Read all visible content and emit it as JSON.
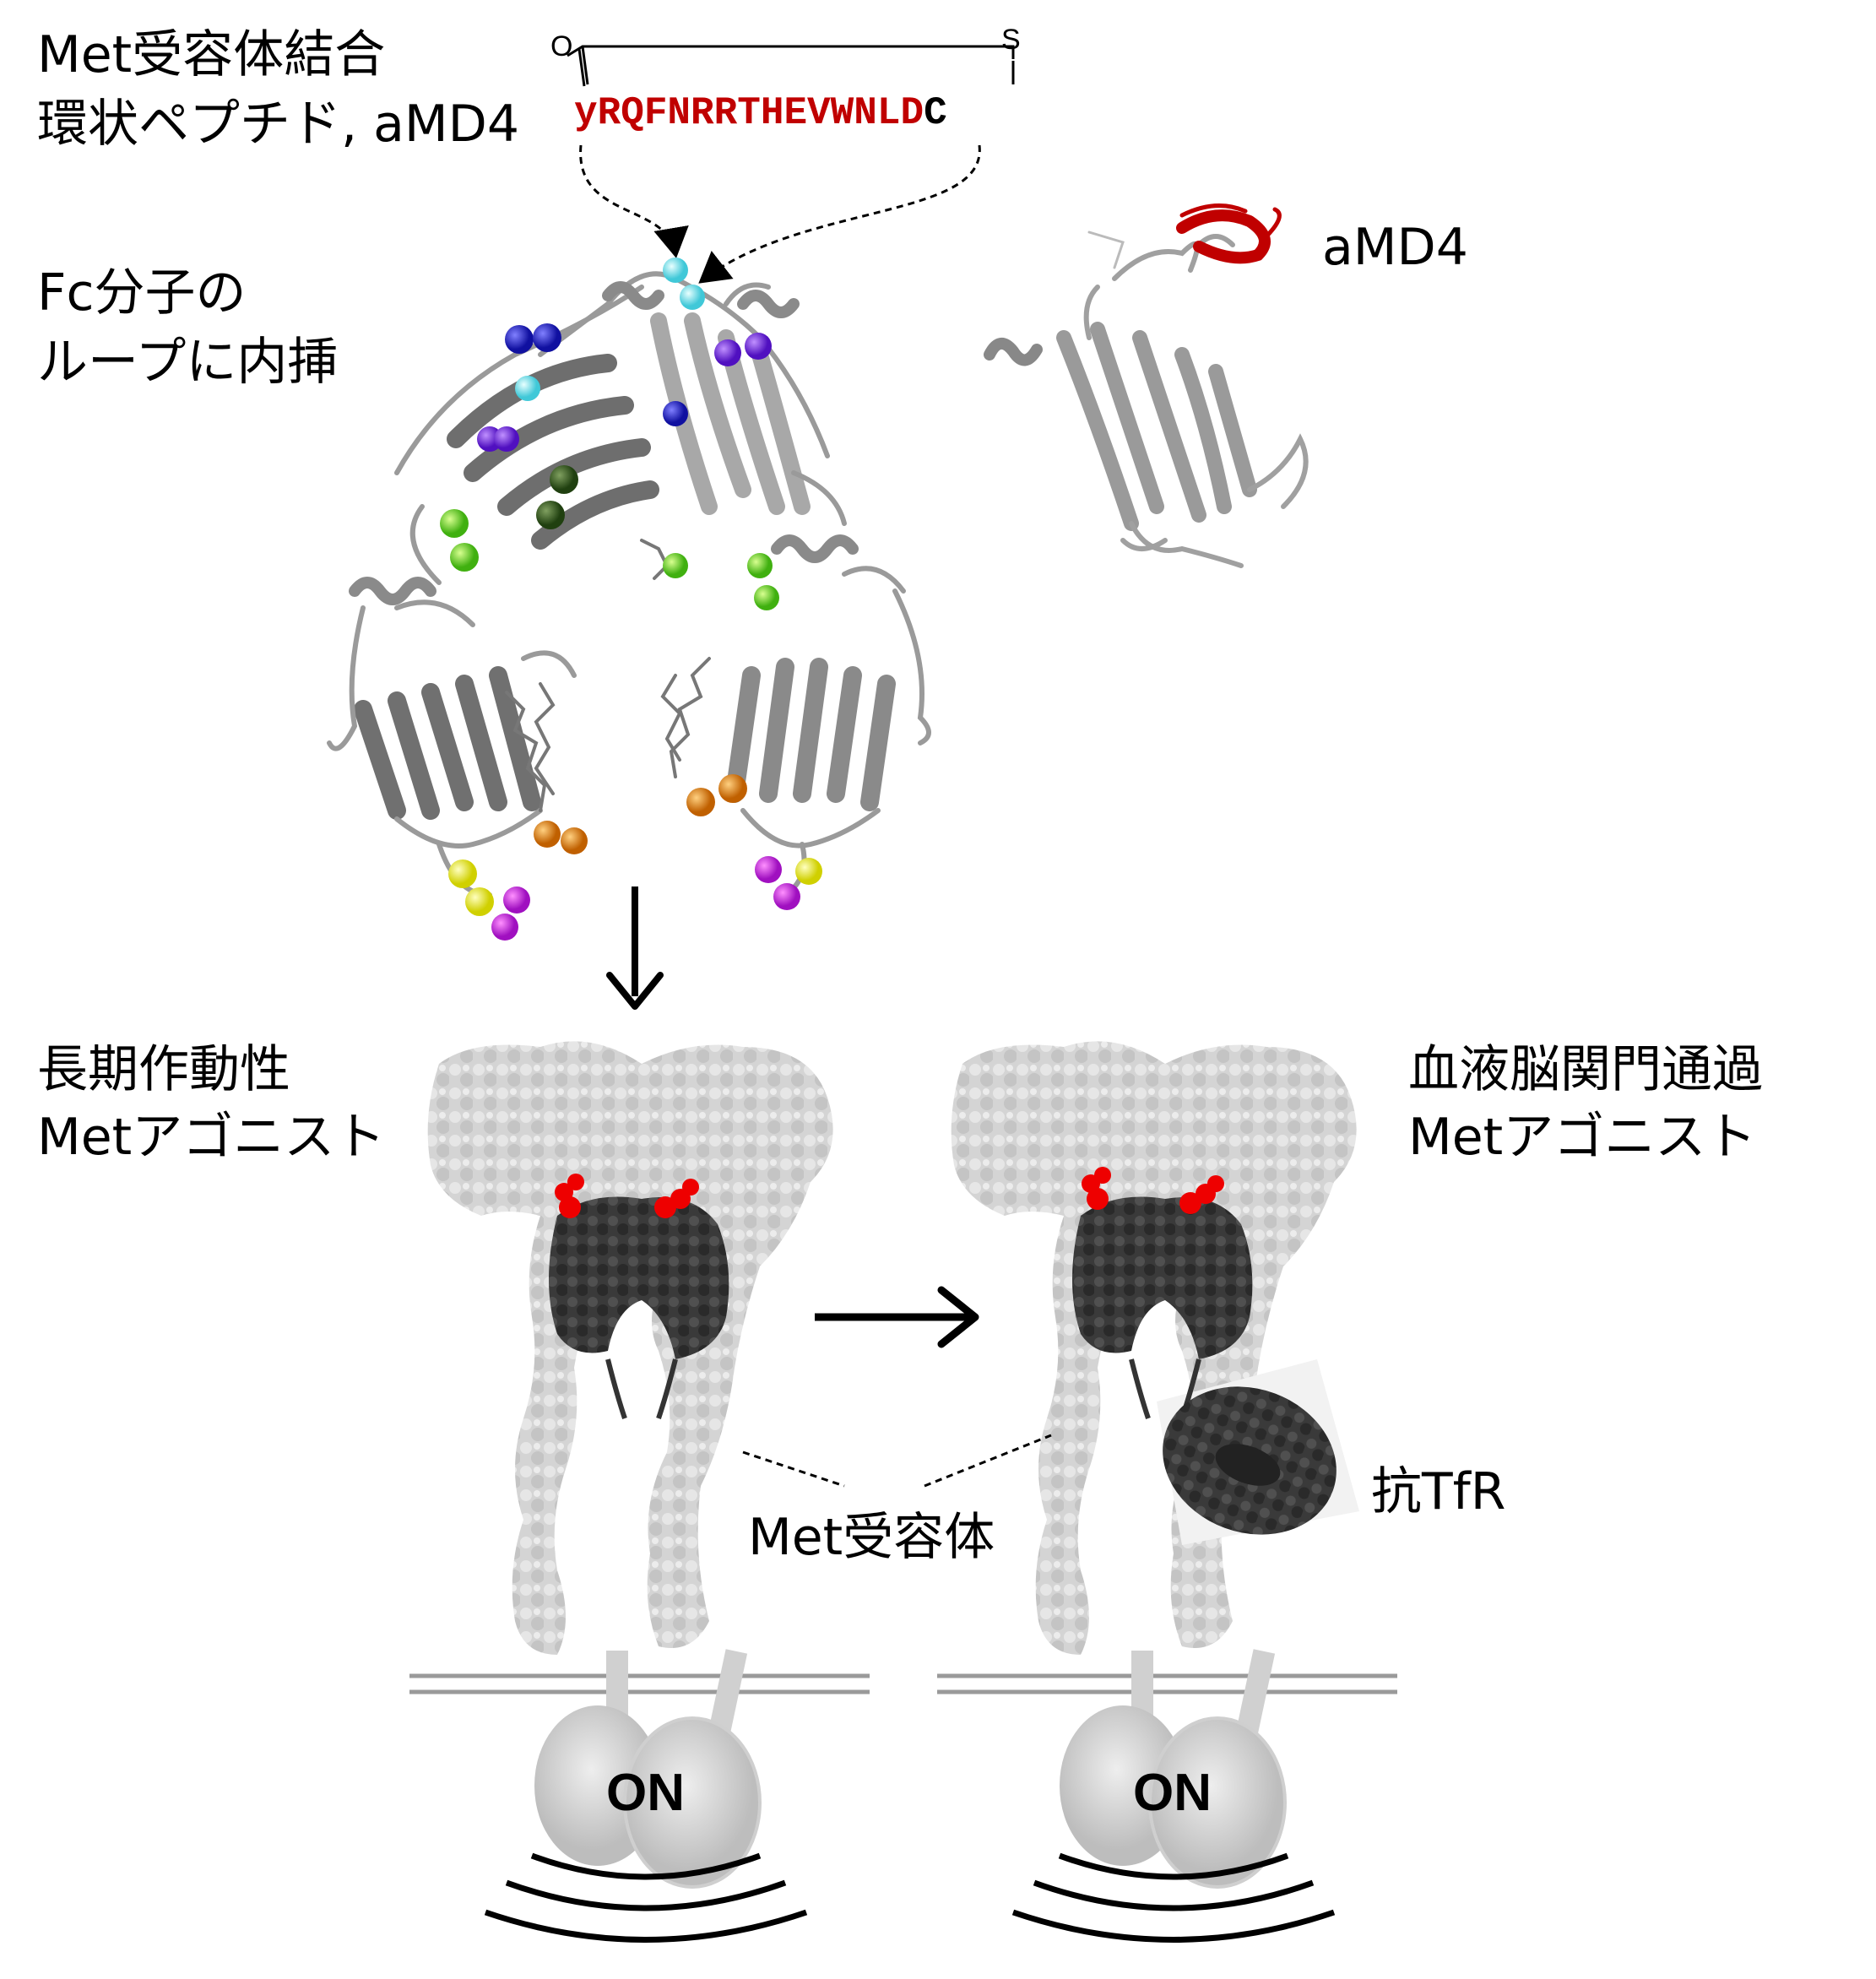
{
  "labels": {
    "peptide_title_line1": "Met受容体結合",
    "peptide_title_line2": "環状ペプチド, aMD4",
    "fc_line1": "Fc分子の",
    "fc_line2": "ループに内挿",
    "amd4": "aMD4",
    "long_acting_line1": "長期作動性",
    "long_acting_line2": "Metアゴニスト",
    "bbb_line1": "血液脳関門通過",
    "bbb_line2": "Metアゴニスト",
    "anti_tfr": "抗TfR",
    "met_receptor": "Met受容体",
    "on_left": "ON",
    "on_right": "ON"
  },
  "peptide": {
    "o_atom": "O",
    "s_atom": "S",
    "sequence_red": "yRQFNRRTHEVWNLD",
    "sequence_end": "C"
  },
  "colors": {
    "peptide_red": "#c00000",
    "protein_gray": "#8c8c8c",
    "surface_light": "#d2d2d2",
    "surface_dark": "#3a3a3a",
    "membrane": "#9a9a9a",
    "kinase": "#cfcfcf"
  }
}
